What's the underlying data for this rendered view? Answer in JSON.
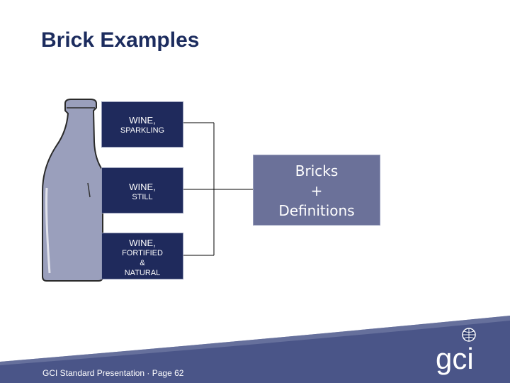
{
  "slide": {
    "title": "Brick Examples",
    "bricks": [
      {
        "main": "WINE,",
        "sub": "SPARKLING"
      },
      {
        "main": "WINE,",
        "sub": "STILL"
      },
      {
        "main": "WINE,",
        "sub": "FORTIFIED\n&\nNATURAL"
      }
    ],
    "definitions_box": "Bricks\n+\nDefinitions",
    "footer": "GCI Standard Presentation · Page 62",
    "logo_text": "gci",
    "colors": {
      "title": "#1c2c5e",
      "brick_fill": "#1f2a5c",
      "definitions_fill": "#6b7199",
      "bottle_fill": "#9a9fbc",
      "footer_band": "#4a5588"
    },
    "icons": [
      "wine-bottle-icon",
      "globe-icon"
    ]
  }
}
